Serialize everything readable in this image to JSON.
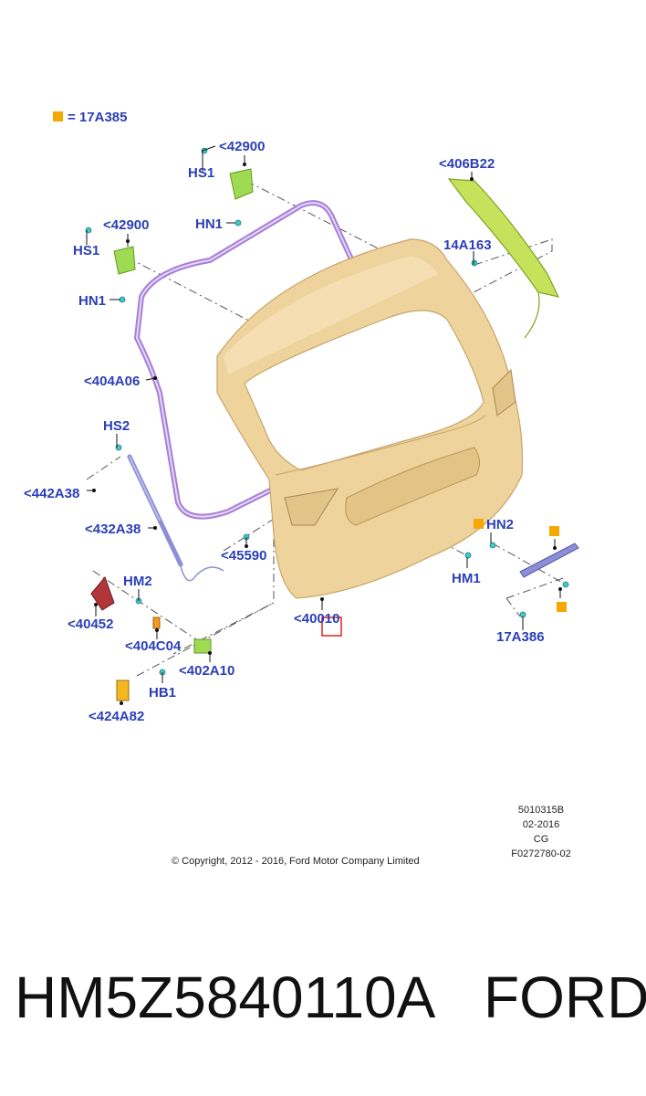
{
  "legend": {
    "marker_color": "#f5a800",
    "text": "= 17A385"
  },
  "callouts": {
    "c42900a": "<42900",
    "hs1a": "HS1",
    "hn1a": "HN1",
    "c42900b": "<42900",
    "hs1b": "HS1",
    "hn1b": "HN1",
    "c406b22": "<406B22",
    "c14a163": "14A163",
    "c404a06": "<404A06",
    "hs2": "HS2",
    "c442a38": "<442A38",
    "c432a38": "<432A38",
    "c45590": "<45590",
    "hm2": "HM2",
    "c40452": "<40452",
    "c404c04": "<404C04",
    "c402a10": "<402A10",
    "hb1": "HB1",
    "c424a82": "<424A82",
    "c40010": "<40010",
    "hn2": "HN2",
    "hm1": "HM1",
    "c17a386": "17A386"
  },
  "meta": {
    "line1": "5010315B",
    "line2": "02-2016",
    "line3": "CG",
    "line4": "F0272780-02"
  },
  "copyright": "© Copyright, 2012 - 2016, Ford Motor Company Limited",
  "footer": {
    "part_number": "HM5Z5840110A",
    "brand": "FORD"
  },
  "colors": {
    "callout": "#2b3fb8",
    "tailgate": "#efd39c",
    "seal": "#a77fd6",
    "spoiler": "#c6e25a",
    "hardware": "#9edb52",
    "highlight": "#e0221c"
  }
}
